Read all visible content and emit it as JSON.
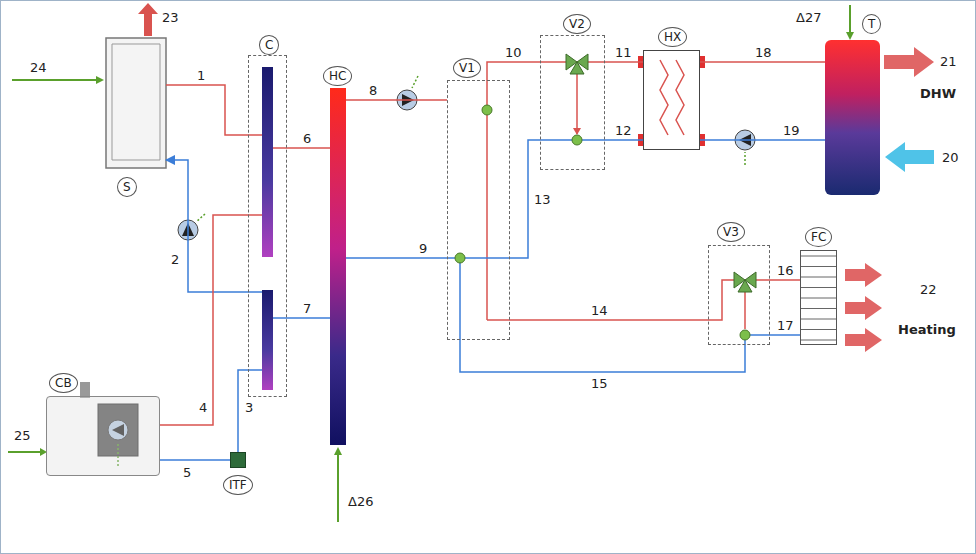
{
  "diagram": {
    "nodes": [
      {
        "text": [
          "S"
        ]
      },
      {
        "text": [
          "C"
        ]
      },
      {
        "text": [
          "HC"
        ]
      },
      {
        "text": [
          "V1"
        ]
      },
      {
        "text": [
          "V2"
        ]
      },
      {
        "text": [
          "HX"
        ]
      },
      {
        "text": [
          "T"
        ]
      },
      {
        "text": [
          "V3"
        ]
      },
      {
        "text": [
          "FC"
        ]
      },
      {
        "text": [
          "CB"
        ]
      },
      {
        "text": [
          "ITF"
        ]
      }
    ],
    "edges": [
      {
        "from": 0,
        "to": 1,
        "label": "1",
        "arrow": "none"
      },
      {
        "from": 1,
        "to": 0,
        "label": "2",
        "arrow": "to"
      },
      {
        "from": 1,
        "to": 2,
        "label": "6",
        "arrow": "none"
      },
      {
        "from": 2,
        "to": 1,
        "label": "7",
        "arrow": "none"
      },
      {
        "from": 9,
        "to": 1,
        "label": "4",
        "arrow": "none"
      },
      {
        "from": 1,
        "to": 10,
        "label": "3",
        "arrow": "none"
      },
      {
        "from": 10,
        "to": 9,
        "label": "5",
        "arrow": "none"
      },
      {
        "from": 2,
        "to": 3,
        "label": "8",
        "arrow": "none"
      },
      {
        "from": 3,
        "to": 2,
        "label": "9",
        "arrow": "none"
      },
      {
        "from": 3,
        "to": 4,
        "label": "10",
        "arrow": "none"
      },
      {
        "from": 4,
        "to": 3,
        "label": "13",
        "arrow": "none"
      },
      {
        "from": 4,
        "to": 5,
        "label": "11",
        "arrow": "none"
      },
      {
        "from": 5,
        "to": 4,
        "label": "12",
        "arrow": "none"
      },
      {
        "from": 5,
        "to": 6,
        "label": "18",
        "arrow": "none"
      },
      {
        "from": 6,
        "to": 5,
        "label": "19",
        "arrow": "none"
      },
      {
        "from": 3,
        "to": 7,
        "label": "14",
        "arrow": "none"
      },
      {
        "from": 7,
        "to": 3,
        "label": "15",
        "arrow": "none"
      },
      {
        "from": 7,
        "to": 8,
        "label": "16",
        "arrow": "none"
      },
      {
        "from": 8,
        "to": 7,
        "label": "17",
        "arrow": "none"
      }
    ],
    "labels": [
      "23",
      "24",
      "25",
      "Δ26",
      "Δ27",
      "21",
      "DHW",
      "20",
      "22",
      "Heating"
    ]
  }
}
